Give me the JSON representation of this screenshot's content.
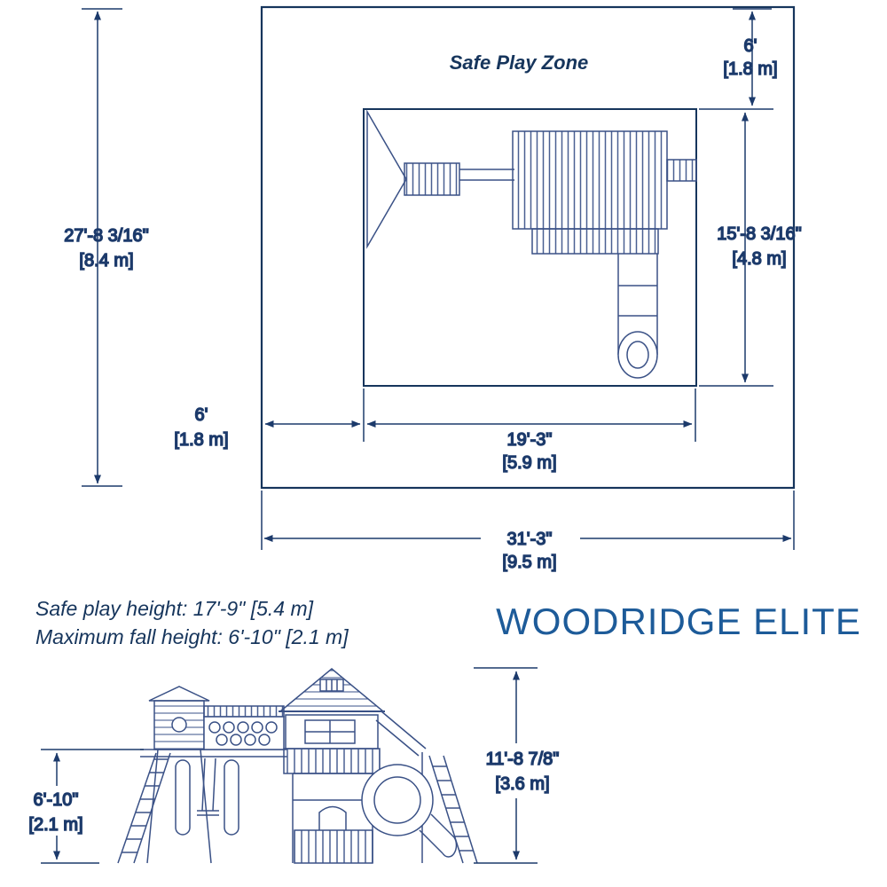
{
  "colors": {
    "ink": "#1c3a6b",
    "drawing": "#3a5186",
    "title": "#1d5b99"
  },
  "top_view": {
    "zone_label": "Safe Play Zone",
    "overall_height_ft": "27'-8 3/16\"",
    "overall_height_m": "[8.4 m]",
    "top_offset_ft": "6'",
    "top_offset_m": "[1.8 m]",
    "inner_height_ft": "15'-8 3/16\"",
    "inner_height_m": "[4.8 m]",
    "left_offset_ft": "6'",
    "left_offset_m": "[1.8 m]",
    "inner_width_ft": "19'-3\"",
    "inner_width_m": "[5.9 m]",
    "overall_width_ft": "31'-3\"",
    "overall_width_m": "[9.5 m]"
  },
  "side_view": {
    "safe_play_height_note": "Safe play height: 17'-9\" [5.4 m]",
    "maximum_fall_height_note": "Maximum fall height: 6'-10\" [2.1 m]",
    "product_name": "WOODRIDGE ELITE",
    "structure_height_ft": "11'-8 7/8\"",
    "structure_height_m": "[3.6 m]",
    "fall_height_ft": "6'-10\"",
    "fall_height_m": "[2.1 m]"
  }
}
